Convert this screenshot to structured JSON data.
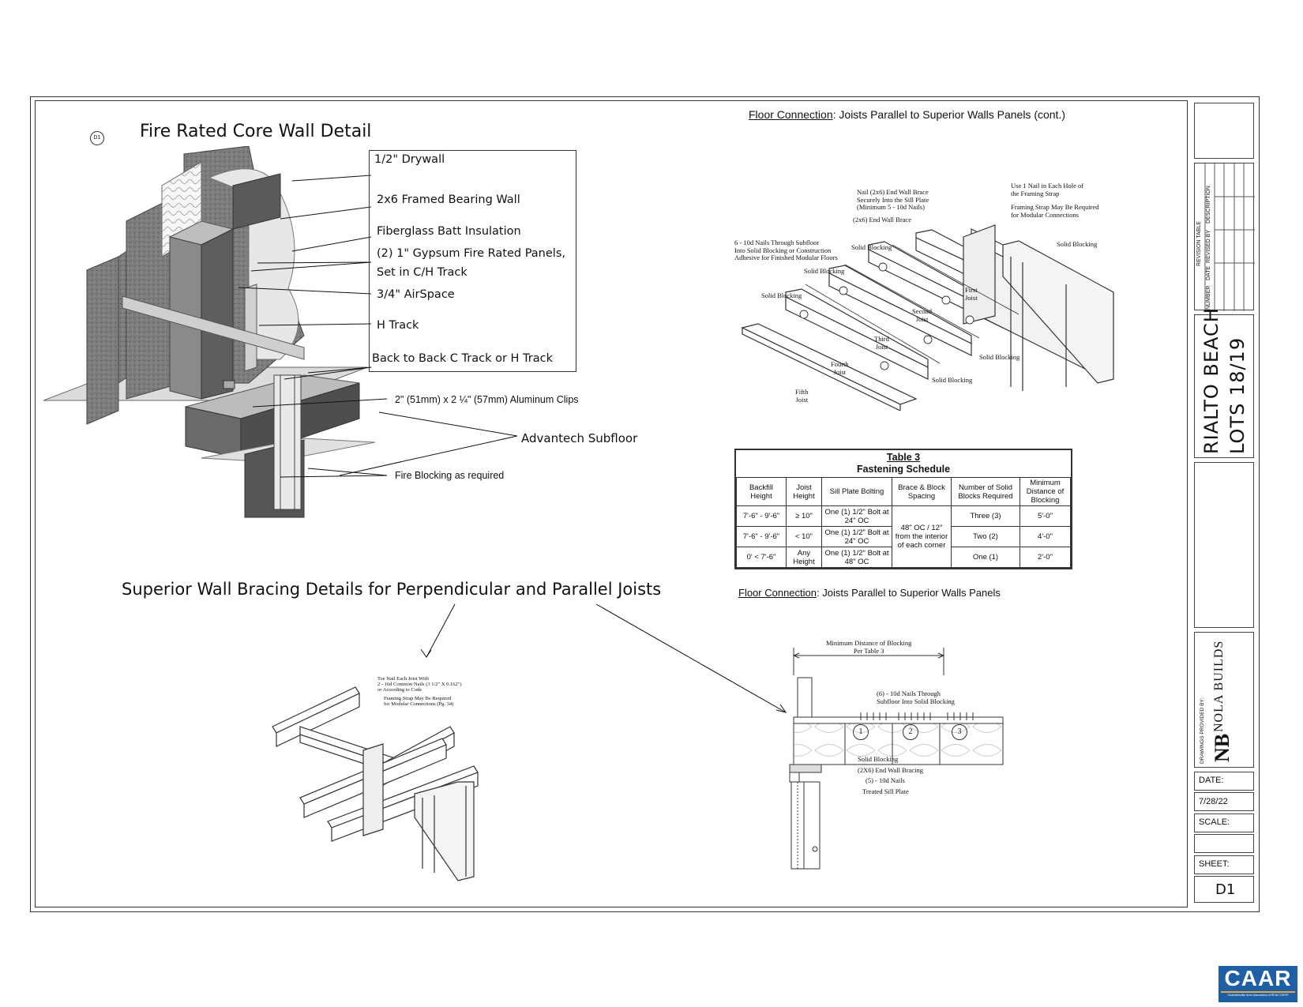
{
  "sheet": {
    "project_title": "RIALTO BEACH",
    "project_subtitle": "LOTS 18/19",
    "drawings_provided_by": "DRAWINGS PROVIDED BY:",
    "company": "NOLA BUILDS",
    "company_mark": "NB",
    "date_label": "DATE:",
    "date_value": "7/28/22",
    "scale_label": "SCALE:",
    "scale_value": "",
    "sheet_label": "SHEET:",
    "sheet_value": "D1",
    "revision_table": {
      "title": "REVISION TABLE",
      "columns": [
        "NUMBER",
        "DATE",
        "REVISED BY",
        "DESCRIPTION"
      ]
    }
  },
  "fire_wall_detail": {
    "marker": "D1",
    "title": "Fire Rated Core Wall Detail",
    "callouts": [
      "1/2\" Drywall",
      "2x6 Framed Bearing Wall",
      "Fiberglass Batt Insulation",
      "(2) 1\" Gypsum Fire Rated Panels,",
      "Set in C/H Track",
      "3/4\" AirSpace",
      "H Track",
      "Back to Back C Track or H Track"
    ],
    "clip_label": "2\" (51mm) x 2 ¼\" (57mm) Aluminum Clips",
    "subfloor_label": "Advantech Subfloor",
    "blocking_label": "Fire Blocking as required"
  },
  "floor_connection_top": {
    "title_underlined": "Floor Connection",
    "title_rest": ": Joists Parallel to Superior Walls Panels (cont.)",
    "labels": {
      "nail_brace": [
        "Nail (2x6) End Wall Brace",
        "Securely Into the Sill Plate",
        "(Minimum 5 - 10d Nails)"
      ],
      "end_wall_brace": "(2x6) End Wall Brace",
      "one_nail": [
        "Use 1 Nail in Each Hole of",
        "the Framing Strap"
      ],
      "framing_strap": [
        "Framing Strap May Be Required",
        "for Modular Connections"
      ],
      "subfloor_nails": [
        "6 - 10d Nails Through Subfloor",
        "Into Solid Blocking or Construction",
        "Adhesive for Finished Modular Floors"
      ],
      "solid_blocking": "Solid Blocking",
      "first_joist": [
        "First",
        "Joist"
      ],
      "second_joist": [
        "Second",
        "Joist"
      ],
      "third_joist": [
        "Third",
        "Joist"
      ],
      "fourth_joist": [
        "Fourth",
        "Joist"
      ],
      "fifth_joist": [
        "Fifth",
        "Joist"
      ]
    }
  },
  "fastening_table": {
    "title": "Table 3",
    "subtitle": "Fastening Schedule",
    "headers": [
      "Backfill Height",
      "Joist Height",
      "Sill Plate Bolting",
      "Brace & Block Spacing",
      "Number of Solid Blocks Required",
      "Minimum Distance of Blocking"
    ],
    "rows": [
      [
        "7'-6\" - 9'-6\"",
        "≥ 10\"",
        "One (1) 1/2\" Bolt at 24\" OC",
        "Three (3)",
        "5'-0\""
      ],
      [
        "7'-6\" - 9'-6\"",
        "< 10\"",
        "One (1) 1/2\" Bolt at 24\" OC",
        "Two (2)",
        "4'-0\""
      ],
      [
        "0' < 7'-6\"",
        "Any Height",
        "One (1) 1/2\" Bolt at 48\" OC",
        "One (1)",
        "2'-0\""
      ]
    ],
    "spacing_merged": "48\" OC / 12\" from the interior of each corner"
  },
  "floor_connection_bottom": {
    "title_underlined": "Floor Connection",
    "title_rest": ": Joists Parallel to Superior Walls Panels",
    "labels": {
      "min_distance": [
        "Minimum Distance of Blocking",
        "Per Table 3"
      ],
      "nails": [
        "(6) - 10d Nails Through",
        "Subfloor Into Solid Blocking"
      ],
      "solid_blocking": "Solid Blocking",
      "end_wall_bracing": "(2X6) End Wall Bracing",
      "ten_d_nails": "(5) - 10d Nails",
      "sill_plate": "Treated Sill Plate",
      "markers": [
        "1",
        "2",
        "3"
      ]
    }
  },
  "bracing_detail": {
    "title": "Superior Wall Bracing Details for Perpendicular and Parallel Joists",
    "labels": {
      "toe_nail": [
        "Toe Nail Each Joist With",
        "2 - 16d Common Nails (3 1/2\" X 0.162\")",
        "or According to Code"
      ],
      "framing_strap": [
        "Framing Strap May Be Required",
        "for Modular Connections (Pg. 34)"
      ]
    }
  },
  "logo": {
    "text": "CAAR",
    "tagline": "Charlottesville Area Association of REALTORS®",
    "color": "#1f5fa6",
    "accent": "#e5a53a"
  }
}
